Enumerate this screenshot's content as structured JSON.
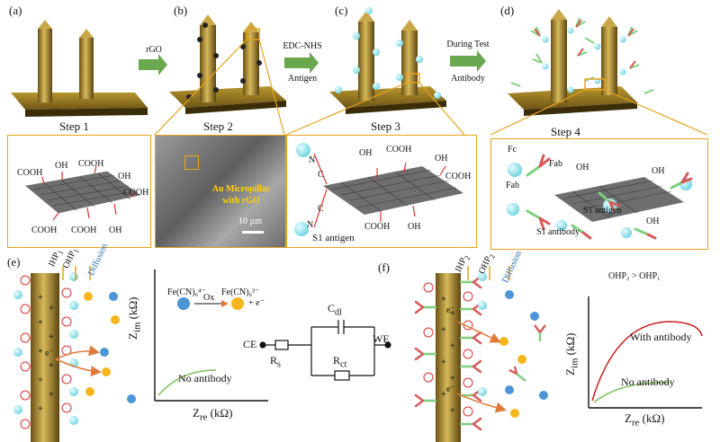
{
  "panel_labels": {
    "a": "(a)",
    "b": "(b)",
    "c": "(c)",
    "d": "(d)",
    "e": "(e)",
    "f": "(f)"
  },
  "steps": {
    "s1": "Step 1",
    "s2": "Step 2",
    "s3": "Step 3",
    "s4": "Step 4"
  },
  "arrows": {
    "a1": "rGO",
    "a2_top": "EDC-NHS",
    "a2_bottom": "Antigen",
    "a3_top": "During Test",
    "a3_bottom": "Antibody"
  },
  "box1": {
    "cooh": "COOH",
    "oh": "OH"
  },
  "sem": {
    "caption_line1": "Au Micropillar",
    "caption_line2": "with rGO",
    "scale": "10 µm"
  },
  "box3": {
    "n": "N",
    "c": "C",
    "oh": "OH",
    "cooh": "COOH",
    "antigen": "S1 antigen"
  },
  "box4": {
    "fc": "Fc",
    "fab": "Fab",
    "oh": "OH",
    "antigen": "S1 antigen",
    "antibody": "S1 antibody"
  },
  "panel_e": {
    "ihp": "IHP",
    "ohp": "OHP",
    "sub1": "1",
    "diffusion": "Diffusion",
    "electron": "e⁻",
    "redox_left": "Fe(CN)₆⁴⁻",
    "redox_ox": "Ox",
    "redox_right": "Fe(CN)₆³⁻",
    "redox_plus": "+ e⁻",
    "y_axis": "Z",
    "y_sub": "im",
    "y_unit": "(kΩ)",
    "x_axis": "Z",
    "x_sub": "re",
    "x_unit": "(kΩ)",
    "curve_label": "No antibody",
    "circuit": {
      "ce": "CE",
      "we": "WE",
      "cdl": "C",
      "cdl_sub": "dl",
      "rs": "R",
      "rs_sub": "s",
      "rct": "R",
      "rct_sub": "ct"
    }
  },
  "panel_f": {
    "ihp": "IHP",
    "ohp": "OHP",
    "sub2": "2",
    "diffusion": "Diffusion",
    "electron": "e⁻",
    "relation": "OHP₂ > OHP₁",
    "y_axis": "Z",
    "y_sub": "im",
    "y_unit": "(kΩ)",
    "x_axis": "Z",
    "x_sub": "re",
    "x_unit": "(kΩ)",
    "curve_with": "With antibody",
    "curve_without": "No antibody"
  },
  "colors": {
    "gold": "#b8962e",
    "frame": "#e5a31e",
    "arrow_green": "#6aa84f",
    "antigen_cyan": "#8ee4ee",
    "ion_orange": "#f7b51d",
    "ion_blue": "#4c95d6",
    "curve_red": "#cc1f1f",
    "curve_green": "#7fbf5a"
  }
}
